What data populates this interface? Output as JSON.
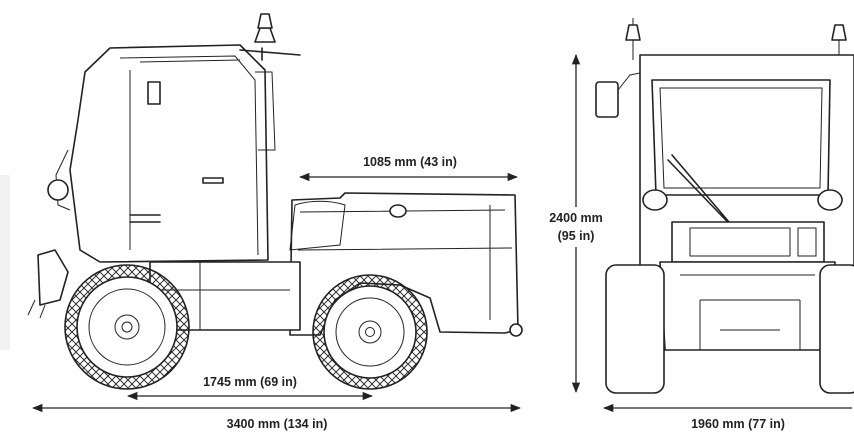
{
  "dimensions": {
    "overall_length": "3400 mm (134 in)",
    "wheelbase": "1745 mm (69 in)",
    "rear_overhang": "1085 mm (43 in)",
    "height_line1": "2400 mm",
    "height_line2": "(95 in)",
    "width": "1960 mm (77 in)"
  },
  "colors": {
    "line": "#222222",
    "background": "#ffffff"
  }
}
